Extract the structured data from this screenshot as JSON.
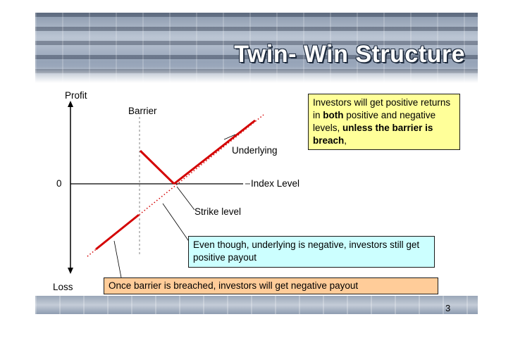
{
  "slide": {
    "title": "Twin- Win Structure",
    "page_number": "3"
  },
  "axes": {
    "y_top_label": "Profit",
    "y_bottom_label": "Loss",
    "origin_label": "0",
    "x_label": "Index Level"
  },
  "labels": {
    "barrier": "Barrier",
    "underlying": "Underlying",
    "strike_level": "Strike level"
  },
  "callouts": {
    "positive_returns": {
      "part1": "Investors will get positive returns in ",
      "bold1": "both",
      "part2": " positive and negative levels, ",
      "bold2": "unless the barrier is breach",
      "part3": ","
    },
    "negative_underlying": "Even though, underlying is negative, investors still get positive payout",
    "breached": "Once barrier is breached, investors will get negative payout"
  },
  "colors": {
    "payoff_line": "#d40000",
    "underlying_dotted": "#d40000",
    "axis": "#000000",
    "barrier_dashed": "#808080",
    "callout_yellow": "#ffff99",
    "callout_blue": "#ccffff",
    "callout_orange": "#ffcc99"
  }
}
